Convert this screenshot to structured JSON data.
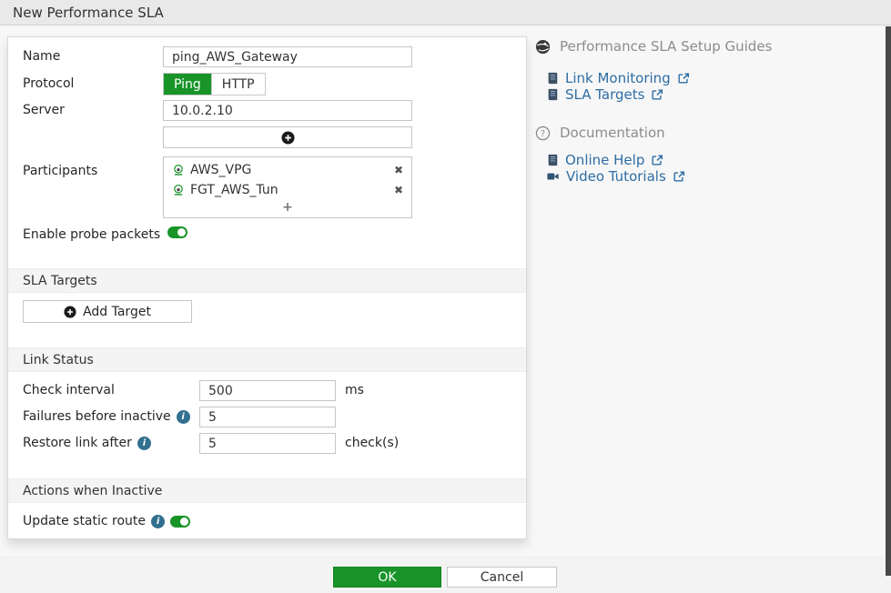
{
  "title": "New Performance SLA",
  "icons": {
    "delete_x": "✖",
    "participants_add": "+"
  },
  "form": {
    "name_label": "Name",
    "name_value": "ping_AWS_Gateway",
    "protocol_label": "Protocol",
    "protocol_options": {
      "ping": "Ping",
      "http": "HTTP"
    },
    "server_label": "Server",
    "server_value": "10.0.2.10",
    "participants_label": "Participants",
    "participants": [
      {
        "name": "AWS_VPG"
      },
      {
        "name": "FGT_AWS_Tun"
      }
    ],
    "enable_probe_label": "Enable probe packets",
    "sla_targets_header": "SLA Targets",
    "add_target_label": "Add Target",
    "link_status_header": "Link Status",
    "check_interval_label": "Check interval",
    "check_interval_value": "500",
    "check_interval_unit": "ms",
    "failures_label": "Failures before inactive",
    "failures_value": "5",
    "restore_label": "Restore link after",
    "restore_value": "5",
    "restore_unit": "check(s)",
    "actions_header": "Actions when Inactive",
    "update_static_route_label": "Update static route"
  },
  "sidebar": {
    "guides_header": "Performance SLA Setup Guides",
    "guides_links": [
      {
        "label": "Link Monitoring"
      },
      {
        "label": "SLA Targets"
      }
    ],
    "docs_header": "Documentation",
    "docs_links": [
      {
        "label": "Online Help"
      },
      {
        "label": "Video Tutorials"
      }
    ]
  },
  "footer": {
    "ok_label": "OK",
    "cancel_label": "Cancel"
  },
  "colors": {
    "accent_green": "#189428",
    "link_blue": "#2e6da4",
    "info_blue": "#31708f"
  }
}
